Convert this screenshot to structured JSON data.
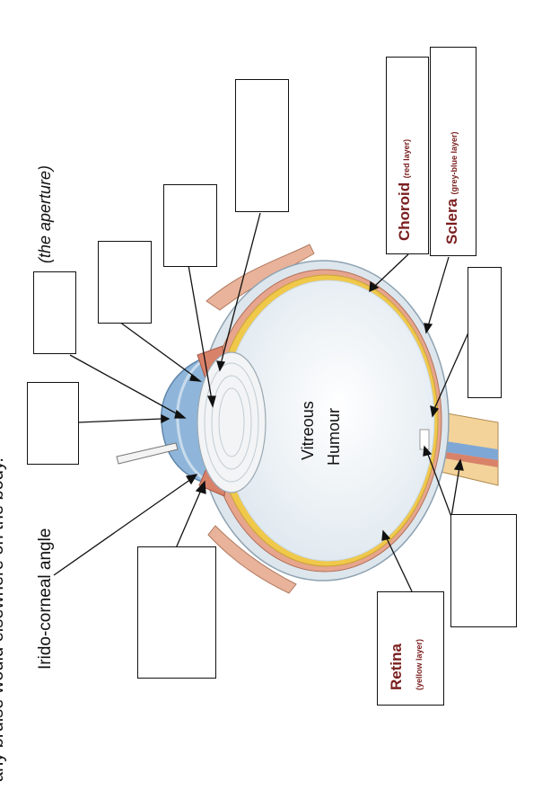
{
  "header_fragment": "any bruise would elsewhere on the body.",
  "labels": {
    "aperture": "(the aperture)",
    "irido_corneal": "Irido-corneal angle",
    "vitreous_line1": "Vitreous",
    "vitreous_line2": "Humour",
    "choroid_name": "Choroid",
    "choroid_note": "(red layer)",
    "sclera_name": "Sclera",
    "sclera_note": "(grey-blue layer)",
    "retina_name": "Retina",
    "retina_note": "(yellow layer)"
  },
  "colors": {
    "label_accent": "#7a1e1e",
    "sclera": "#dde6ec",
    "choroid": "#d9826a",
    "retina": "#f0c84a",
    "aqueous": "#8fb6da",
    "lens": "#f2f4f5"
  },
  "blank_boxes": [
    "box-1",
    "box-2",
    "box-3",
    "box-4",
    "box-5",
    "box-6",
    "box-7",
    "box-8"
  ]
}
